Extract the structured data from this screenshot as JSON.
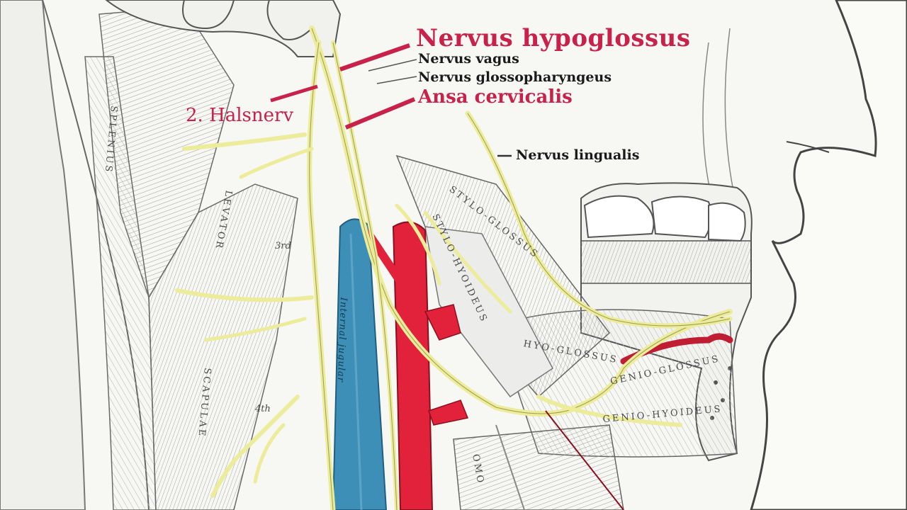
{
  "labels": {
    "nervus_hypoglossus": "Nervus hypoglossus",
    "nervus_vagus": "Nervus vagus",
    "nervus_glossopharyngeus": "Nervus glossopharyngeus",
    "ansa_cervicalis": "Ansa cervicalis",
    "halsnerv_2": "2. Halsnerv",
    "nervus_lingualis": "Nervus lingualis"
  },
  "muscle_labels": {
    "splenius": "SPLENIUS",
    "levator": "LEVATOR",
    "scapulae": "SCAPULAE",
    "stylo_glossus": "STYLO-GLOSSUS",
    "stylo_hyoideus": "STYLO-HYOIDEUS",
    "hyo_glossus": "HYO-GLOSSUS",
    "genio_glossus": "GENIO-GLOSSUS",
    "genio_hyoideus": "GENIO-HYOIDEUS",
    "vertebra_3": "3rd",
    "vertebra_4": "4th",
    "internal_jugular": "Internal jugular",
    "omohyoid": "OMO"
  },
  "colors": {
    "label_red": "#c8214a",
    "label_black": "#1a1a1a",
    "nerve_yellow": "#ecec9a",
    "artery_red": "#e2223b",
    "vein_blue": "#3e8fb8",
    "line_ink": "#555555"
  }
}
